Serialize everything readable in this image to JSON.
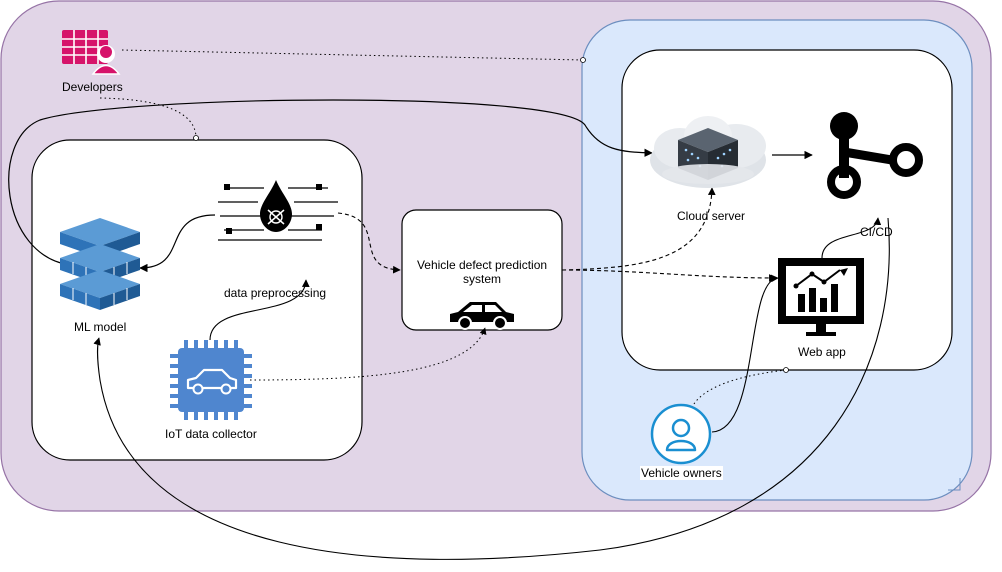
{
  "nodes": {
    "developers": "Developers",
    "ml_model": "ML model",
    "data_preprocessing": "data preprocessing",
    "iot_collector": "IoT data collector",
    "prediction_system_line1": "Vehicle defect prediction",
    "prediction_system_line2": "system",
    "cloud_server": "Cloud server",
    "cicd": "CI/CD",
    "web_app": "Web app",
    "vehicle_owners": "Vehicle owners"
  },
  "colors": {
    "outer_fill": "#e1d5e7",
    "outer_stroke": "#9673a6",
    "cloud_zone_fill": "#dae8fc",
    "cloud_zone_stroke": "#6c8ebf",
    "developers_icon": "#d6136a",
    "ml_blue": "#2e73b8",
    "iot_blue": "#4f86cf",
    "owner_blue": "#1a8fd1"
  },
  "icons": {
    "developers": "users-spreadsheet-icon",
    "ml_model": "stacked-cubes-icon",
    "data_preprocessing": "drop-filter-icon",
    "iot_collector": "car-chip-icon",
    "prediction_system": "car-icon",
    "cloud_server": "cloud-server-icon",
    "cicd": "git-branch-icon",
    "web_app": "monitor-chart-icon",
    "vehicle_owners": "user-circle-icon"
  }
}
